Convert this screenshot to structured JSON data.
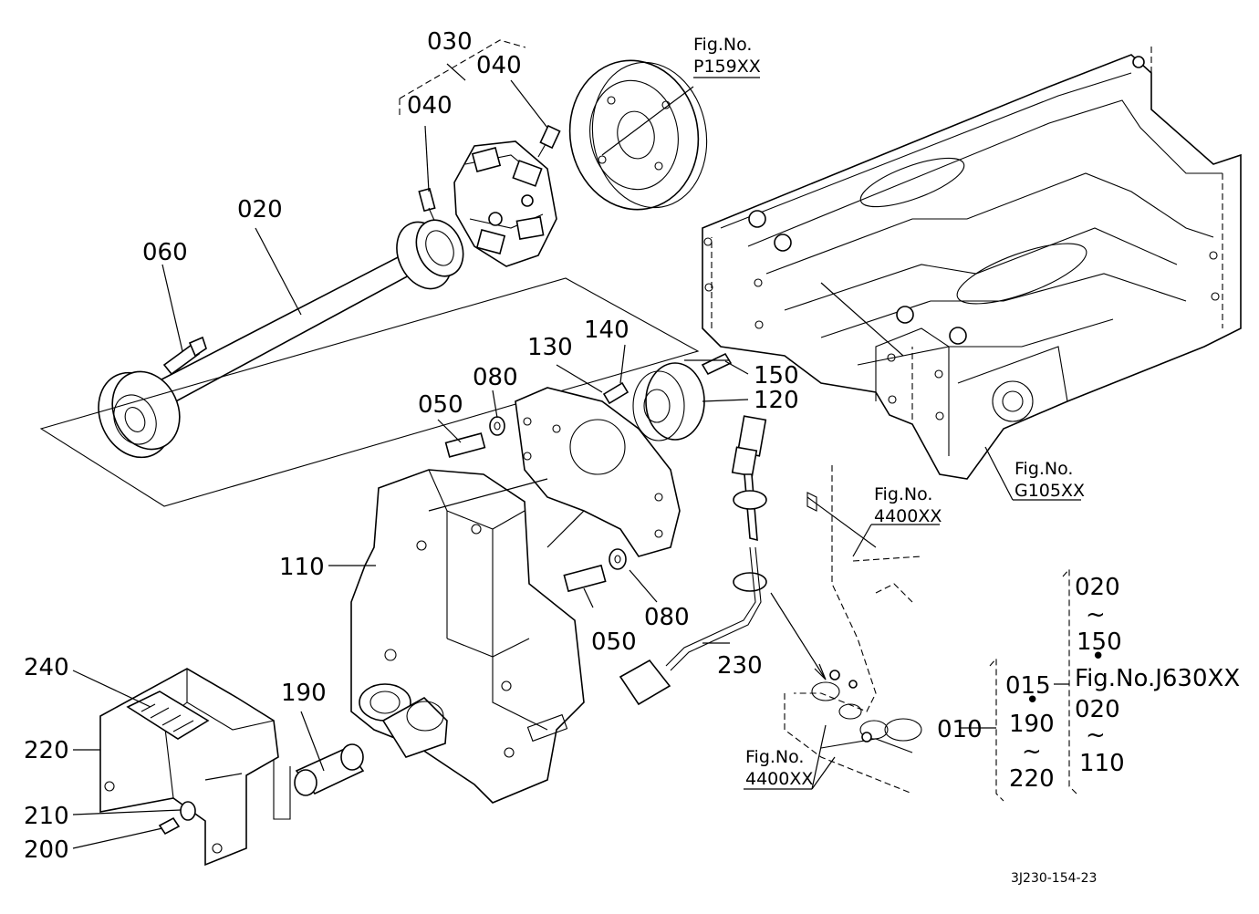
{
  "diagram_code": "3J230-154-23",
  "parts": {
    "p010": "010",
    "p015": "015",
    "p020": "020",
    "p030": "030",
    "p040a": "040",
    "p040b": "040",
    "p050a": "050",
    "p050b": "050",
    "p060": "060",
    "p080a": "080",
    "p080b": "080",
    "p110": "110",
    "p120": "120",
    "p130": "130",
    "p140": "140",
    "p150": "150",
    "p190": "190",
    "p200": "200",
    "p210": "210",
    "p220": "220",
    "p230": "230",
    "p240": "240"
  },
  "fig_refs": {
    "p159_top": "Fig.No.",
    "p159_bottom": "P159XX",
    "g105_top": "Fig.No.",
    "g105_bottom": "G105XX",
    "r4400a_top": "Fig.No.",
    "r4400a_bottom": "4400XX",
    "r4400b_top": "Fig.No.",
    "r4400b_bottom": "4400XX"
  },
  "bracket": {
    "outer": "010",
    "left_top": "015",
    "left_mid": "190",
    "left_bot": "220",
    "right_1": "020",
    "right_2": "150",
    "right_3": "Fig.No.J630XX",
    "right_4": "020",
    "right_5": "110",
    "tilde": "~",
    "dot": "•"
  }
}
